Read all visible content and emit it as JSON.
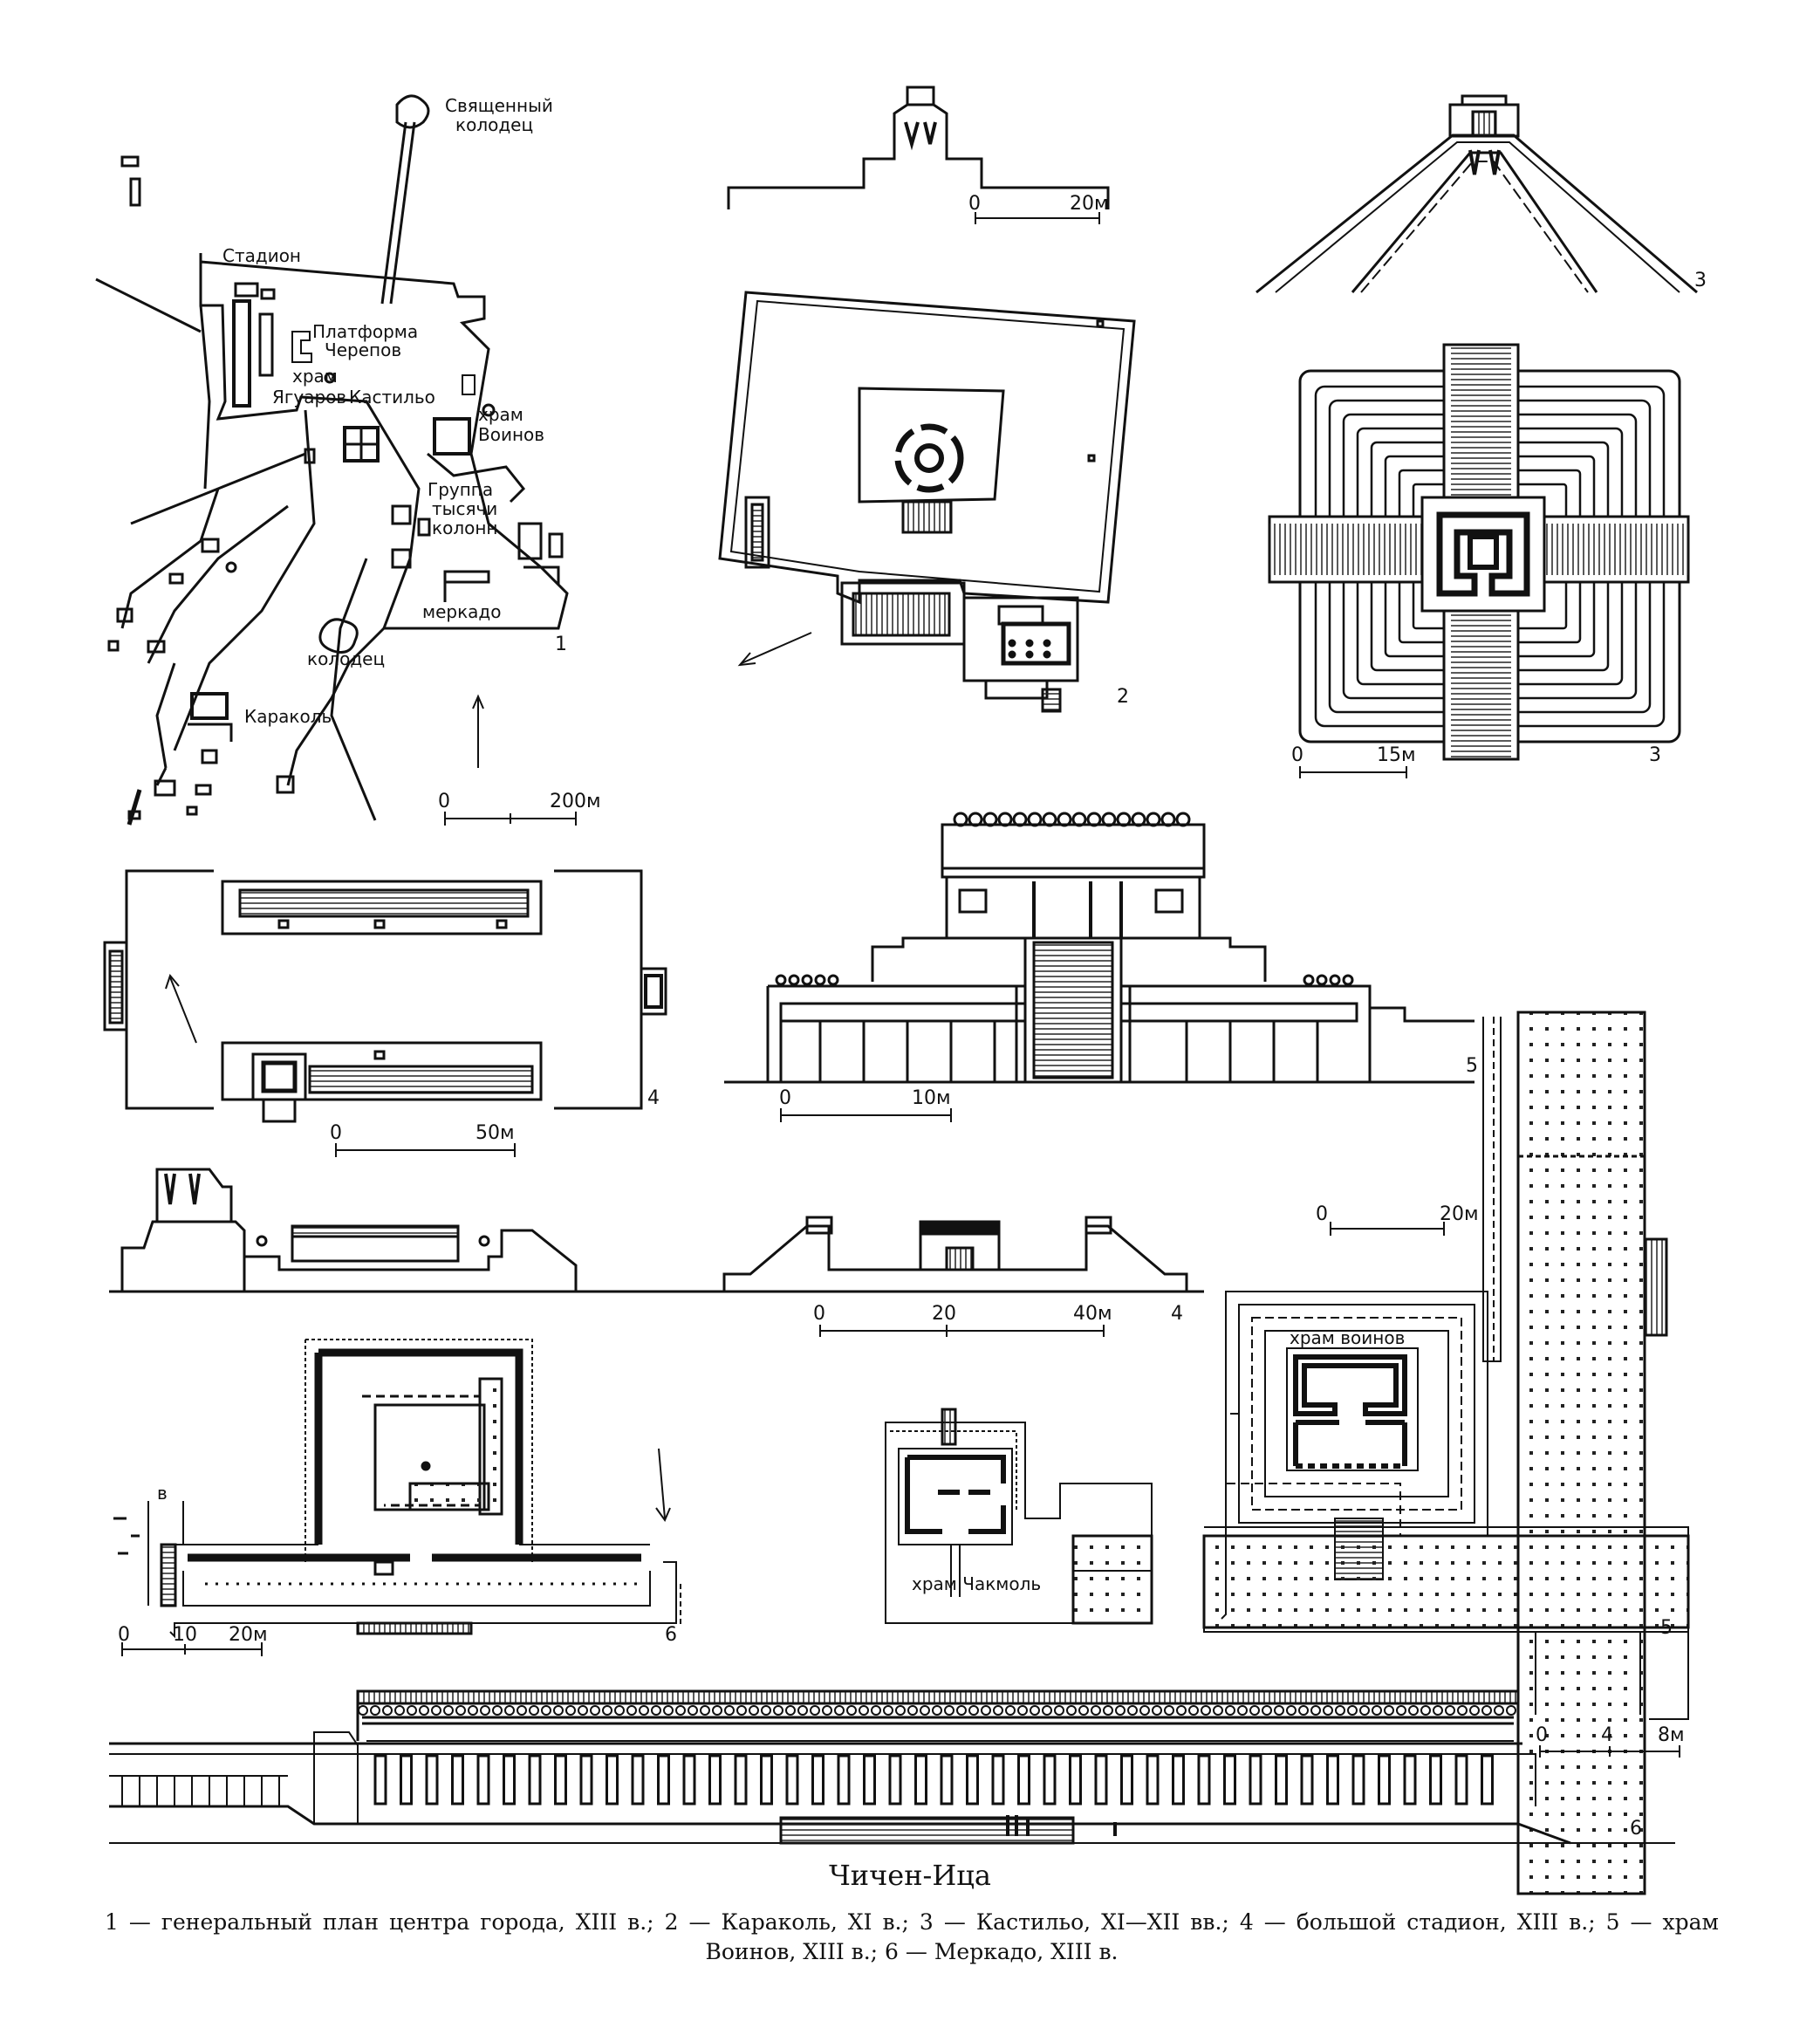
{
  "caption": {
    "title": "Чичен-Ица",
    "text": "1 — генеральный план центра города, XIII в.; 2 — Караколь, XI в.; 3 — Кастильо, XI—XII вв.; 4 — большой стадион, XIII в.; 5 — храм Воинов, XIII в.; 6 — Меркадо, XIII в."
  },
  "site_plan": {
    "labels": {
      "well_sacred_1": "Священный",
      "well_sacred_2": "колодец",
      "stadium": "Стадион",
      "platform_1": "Платформа",
      "platform_2": "Черепов",
      "temple": "храм",
      "jaguars": "Ягуаров",
      "castillo": "Кастильо",
      "warriors_1": "храм",
      "warriors_2": "Воинов",
      "group_1": "Группа",
      "group_2": "тысячи",
      "group_3": "колонн",
      "mercado": "меркадо",
      "well": "колодец",
      "caracol": "Караколь"
    },
    "scale_zero": "0",
    "scale_end": "200м",
    "number": "1"
  },
  "caracol": {
    "elev_scale_zero": "0",
    "elev_scale_end": "20м",
    "number": "2"
  },
  "castillo": {
    "elev_number": "3",
    "plan_number": "3",
    "scale_zero": "0",
    "scale_end": "15м"
  },
  "ballcourt": {
    "plan_number": "4",
    "plan_scale_zero": "0",
    "plan_scale_end": "50м",
    "section_number": "4",
    "section_scale": [
      "0",
      "20",
      "40м"
    ]
  },
  "warriors": {
    "elev_number": "5",
    "elev_scale_zero": "0",
    "elev_scale_end": "10м",
    "plan_number": "5",
    "plan_scale_zero": "0",
    "plan_scale_end": "20м",
    "temple_label": "храм воинов",
    "chacmool_label": "храм Чакмоль"
  },
  "mercado": {
    "plan_number": "6",
    "plan_scale": [
      "0",
      "10",
      "20м"
    ],
    "plan_mark": "в",
    "elev_number": "6",
    "elev_scale": [
      "0",
      "4",
      "8м"
    ]
  }
}
